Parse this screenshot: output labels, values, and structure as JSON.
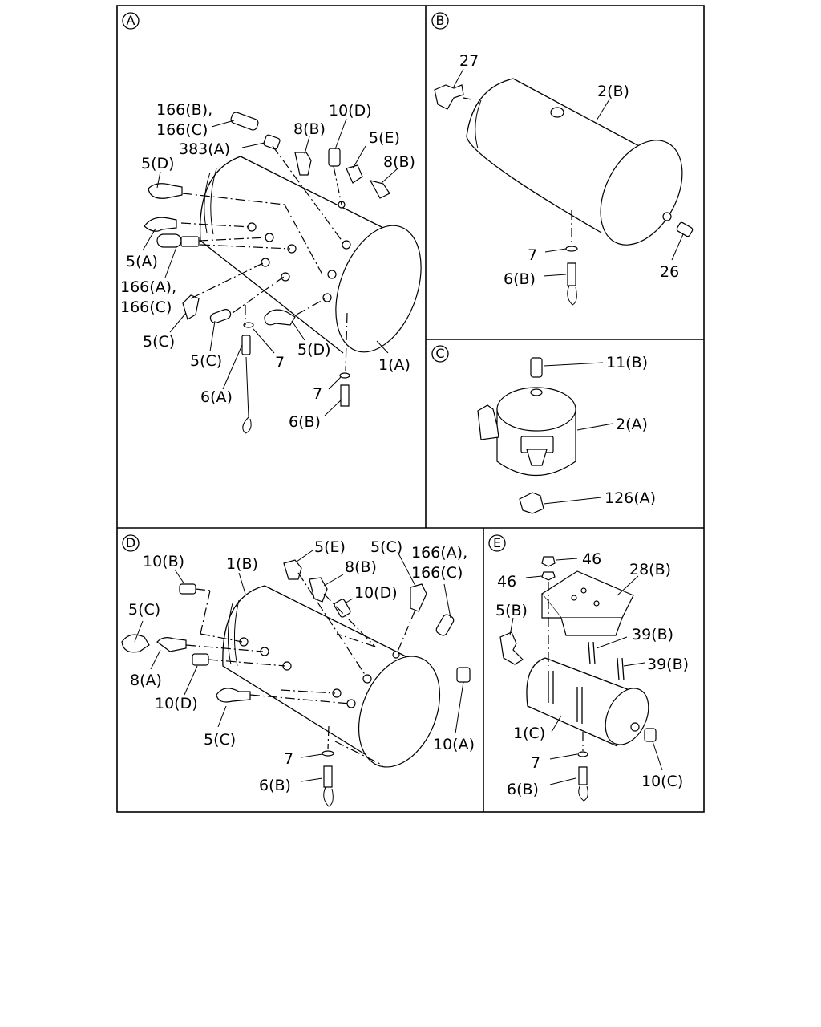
{
  "panels": {
    "A": {
      "letter": "A",
      "labels": {
        "p166b": "166(B),",
        "p166c_1": "166(C)",
        "p383a": "383(A)",
        "p10d": "10(D)",
        "p8b_1": "8(B)",
        "p5e": "5(E)",
        "p8b_2": "8(B)",
        "p5d_1": "5(D)",
        "p5a": "5(A)",
        "p166a": "166(A),",
        "p166c_2": "166(C)",
        "p5c_1": "5(C)",
        "p5c_2": "5(C)",
        "p7_1": "7",
        "p5d_2": "5(D)",
        "p1a": "1(A)",
        "p6a": "6(A)",
        "p7_2": "7",
        "p6b": "6(B)"
      }
    },
    "B": {
      "letter": "B",
      "labels": {
        "p27": "27",
        "p2b": "2(B)",
        "p7": "7",
        "p6b": "6(B)",
        "p26": "26"
      }
    },
    "C": {
      "letter": "C",
      "labels": {
        "p11b": "11(B)",
        "p2a": "2(A)",
        "p126a": "126(A)"
      }
    },
    "D": {
      "letter": "D",
      "labels": {
        "p10b": "10(B)",
        "p1b": "1(B)",
        "p5e": "5(E)",
        "p5c_top": "5(C)",
        "p166a": "166(A),",
        "p8b": "8(B)",
        "p166c": "166(C)",
        "p10d_1": "10(D)",
        "p5c_left": "5(C)",
        "p8a": "8(A)",
        "p10d_2": "10(D)",
        "p5c_bottom": "5(C)",
        "p10a": "10(A)",
        "p7": "7",
        "p6b": "6(B)"
      }
    },
    "E": {
      "letter": "E",
      "labels": {
        "p46_1": "46",
        "p46_2": "46",
        "p28b": "28(B)",
        "p5b": "5(B)",
        "p39b_1": "39(B)",
        "p39b_2": "39(B)",
        "p1c": "1(C)",
        "p7": "7",
        "p6b": "6(B)",
        "p10c": "10(C)"
      }
    }
  }
}
